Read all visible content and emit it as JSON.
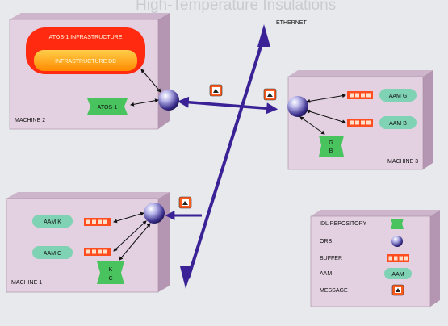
{
  "header_text": "High-Temperature Insulations",
  "network_label": "ETHERNET",
  "machines": {
    "m1": {
      "label": "MACHINE 1",
      "aams": [
        "AAM K",
        "AAM C"
      ],
      "idl_letters": [
        "K",
        "C"
      ]
    },
    "m2": {
      "label": "MACHINE 2",
      "infra": "ATOS-1 INFRASTRUCTURE",
      "infra_db": "INFRASTRUCTURE DB",
      "atos": "ATOS-1"
    },
    "m3": {
      "label": "MACHINE 3",
      "aams": [
        "AAM G",
        "AAM B"
      ],
      "idl_letters": [
        "G",
        "B"
      ]
    }
  },
  "legend": {
    "items": [
      {
        "label": "IDL REPOSITORY",
        "icon": "idl-repository-icon"
      },
      {
        "label": "ORB",
        "icon": "orb-icon"
      },
      {
        "label": "BUFFER",
        "icon": "buffer-icon"
      },
      {
        "label": "AAM",
        "icon": "aam-icon",
        "icon_text": "AAM"
      },
      {
        "label": "MESSAGE",
        "icon": "message-icon"
      }
    ]
  },
  "colors": {
    "box_face": "#e3d1e1",
    "box_side": "#b596b2",
    "network": "#3a2196",
    "aam": "#7fd2b4",
    "idl": "#49c35e",
    "buffer": "#ff4d1f",
    "infra_outer": "#ff2a10",
    "infra_inner": "#ffaa00"
  }
}
